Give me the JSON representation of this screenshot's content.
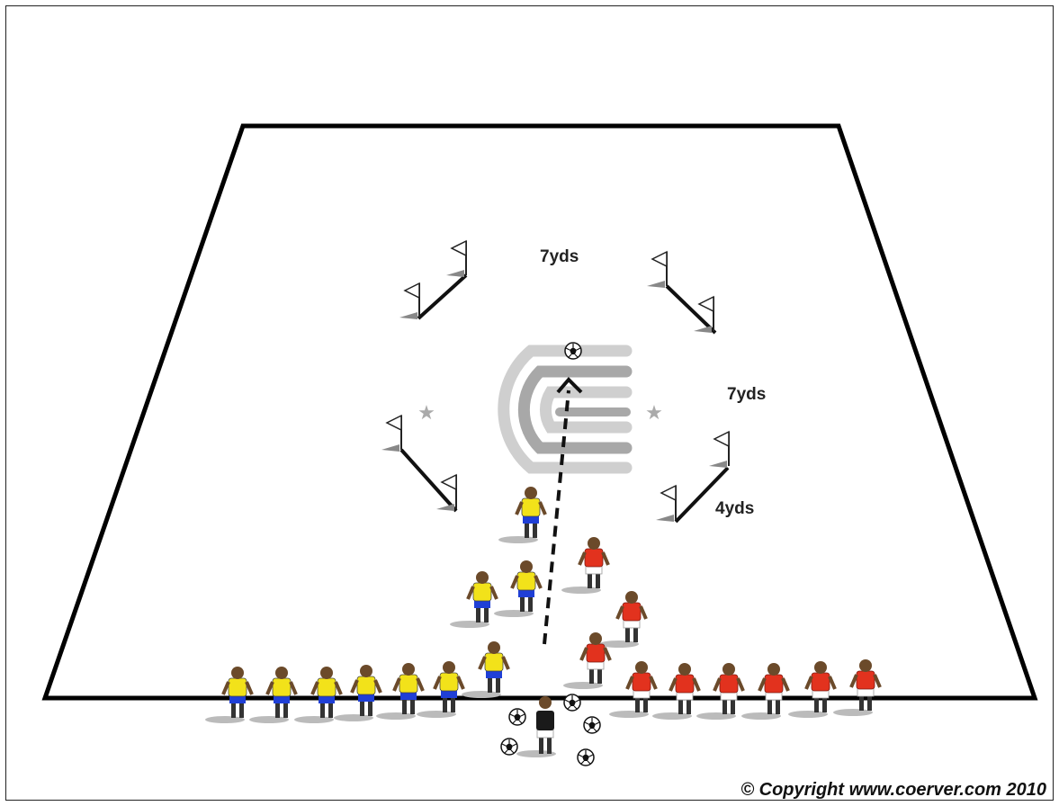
{
  "labels": {
    "top_gap": "7yds",
    "side_gap": "7yds",
    "gate_width": "4yds"
  },
  "copyright": "© Copyright www.coerver.com 2010",
  "colors": {
    "field_line": "#000000",
    "team_a_shirt": "#f2e21a",
    "team_a_shorts": "#1f3fd6",
    "team_b_shirt": "#e2321e",
    "team_b_shorts": "#ffffff",
    "goalkeeper": "#1a1a1a",
    "logo_grey": "#bdbdbd"
  },
  "icons": [
    "flag-pole-icon",
    "soccer-ball-icon",
    "player-icon",
    "coerver-logo-icon",
    "star-icon",
    "arrow-icon"
  ]
}
